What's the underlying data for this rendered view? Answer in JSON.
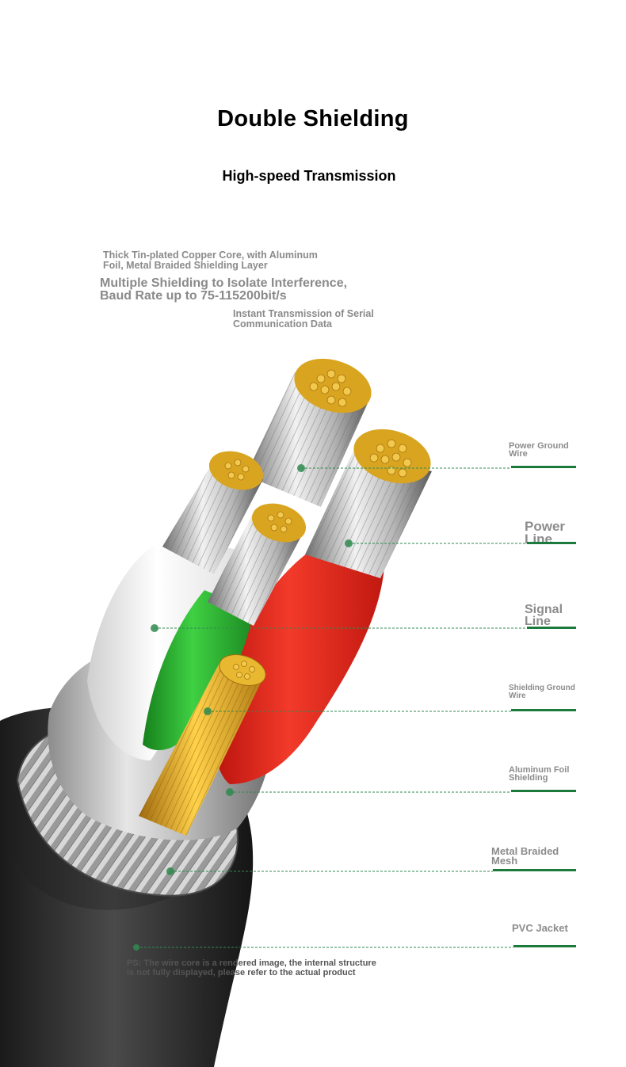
{
  "header": {
    "title": "Double Shielding",
    "subtitle": "High-speed Transmission"
  },
  "features": {
    "line1": "Thick Tin-plated Copper Core, with Aluminum\nFoil, Metal Braided Shielding Layer",
    "line2": "Multiple Shielding to Isolate Interference,\nBaud Rate up to 75-115200bit/s",
    "line3": "Instant Transmission of Serial\nCommunication Data"
  },
  "labels": {
    "power_ground_wire": "Power Ground\nWire",
    "power_line": "Power\nLine",
    "signal_line": "Signal\nLine",
    "shielding_ground_wire": "Shielding Ground\nWire",
    "aluminum_foil_shielding": "Aluminum Foil\nShielding",
    "metal_braided_mesh": "Metal Braided\nMesh",
    "pvc_jacket": "PVC Jacket"
  },
  "footnote": "PS: The wire core is a rendered image, the internal structure\nis not fully displayed, please refer to the actual product",
  "colors": {
    "accent_green": "#1c7a3c",
    "label_gray": "#8c8c8c",
    "wire_red": "#e8261c",
    "wire_green": "#2fb034",
    "wire_white": "#f2f2f2",
    "copper_gold": "#e8b830",
    "jacket_black": "#2b2b2b"
  }
}
